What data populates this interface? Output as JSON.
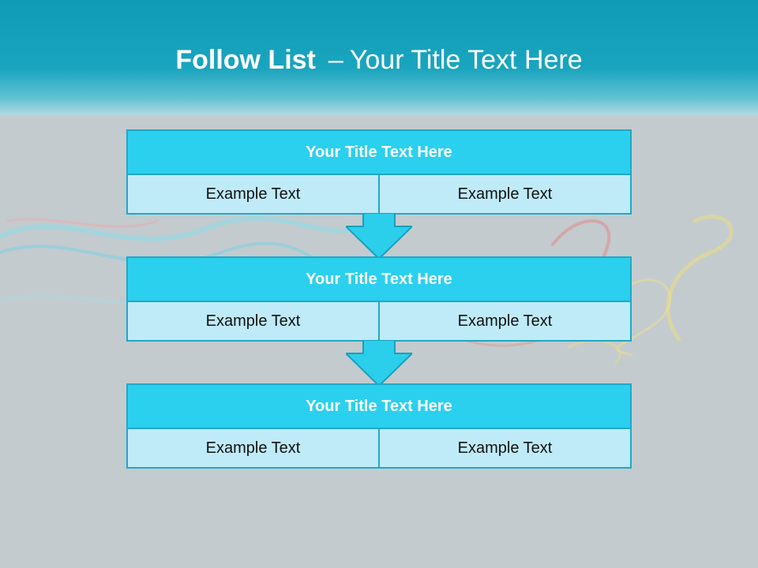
{
  "title": {
    "bold": "Follow List",
    "separator": "–",
    "rest": "Your Title Text Here"
  },
  "blocks": [
    {
      "title": "Your Title Text Here",
      "left": "Example Text",
      "right": "Example Text"
    },
    {
      "title": "Your Title Text Here",
      "left": "Example Text",
      "right": "Example Text"
    },
    {
      "title": "Your Title Text Here",
      "left": "Example Text",
      "right": "Example Text"
    }
  ],
  "colors": {
    "header": "#1aa5bf",
    "block_title": "#2bd0ee",
    "block_cell": "#bfeaf7",
    "border": "#1fa8c6",
    "background": "#c3cbce"
  }
}
